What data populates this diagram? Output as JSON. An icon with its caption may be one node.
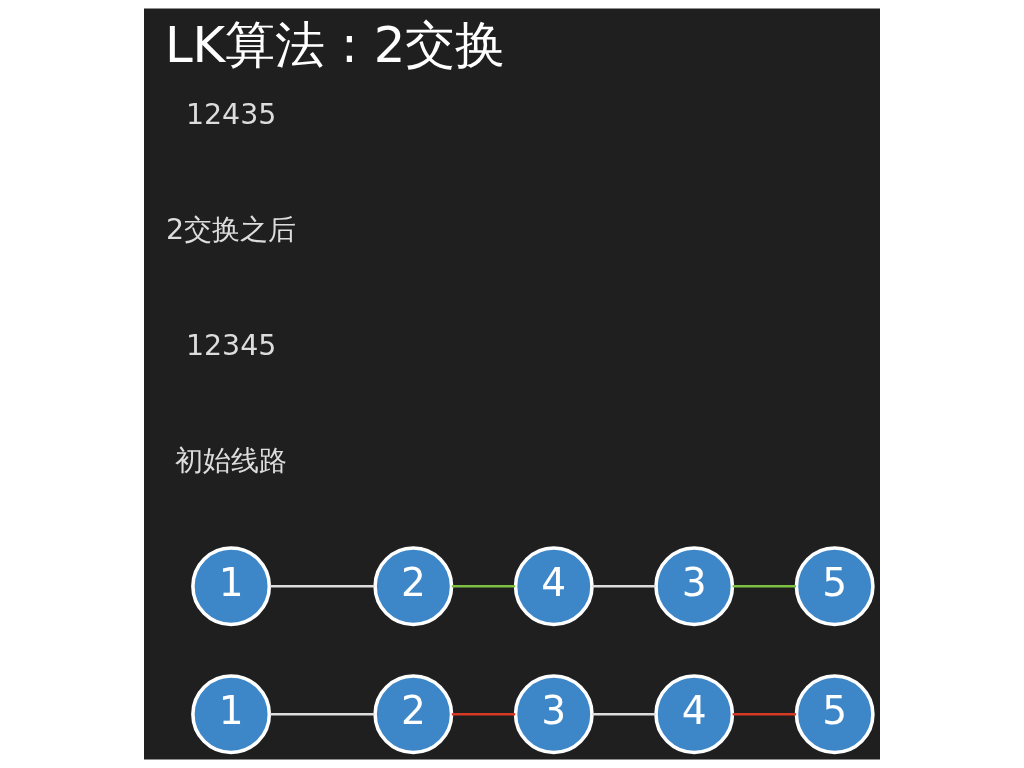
{
  "diagram": {
    "title": "LK算法 : 2交换",
    "nodes": [
      {
        "text": [
          "1"
        ]
      },
      {
        "text": [
          "2"
        ]
      },
      {
        "text": [
          "5"
        ]
      },
      {
        "text": [
          "4"
        ]
      },
      {
        "text": [
          "3"
        ]
      },
      {
        "text": [
          "1"
        ]
      },
      {
        "text": [
          "2"
        ]
      },
      {
        "text": [
          "5"
        ]
      },
      {
        "text": [
          "4"
        ]
      },
      {
        "text": [
          "3"
        ]
      }
    ],
    "edges": [
      {
        "from": 0,
        "to": 1,
        "arrow": "none"
      },
      {
        "from": 1,
        "to": 4,
        "arrow": "none",
        "color": "#d63a22"
      },
      {
        "from": 4,
        "to": 3,
        "arrow": "none"
      },
      {
        "from": 3,
        "to": 2,
        "arrow": "none",
        "color": "#d63a22"
      },
      {
        "from": 5,
        "to": 6,
        "arrow": "none"
      },
      {
        "from": 6,
        "to": 8,
        "arrow": "none",
        "color": "#7cc142"
      },
      {
        "from": 8,
        "to": 9,
        "arrow": "none"
      },
      {
        "from": 9,
        "to": 7,
        "arrow": "none",
        "color": "#7cc142"
      }
    ],
    "labels": [
      "初始线路",
      "12345",
      "2交换之后",
      "12435"
    ]
  }
}
